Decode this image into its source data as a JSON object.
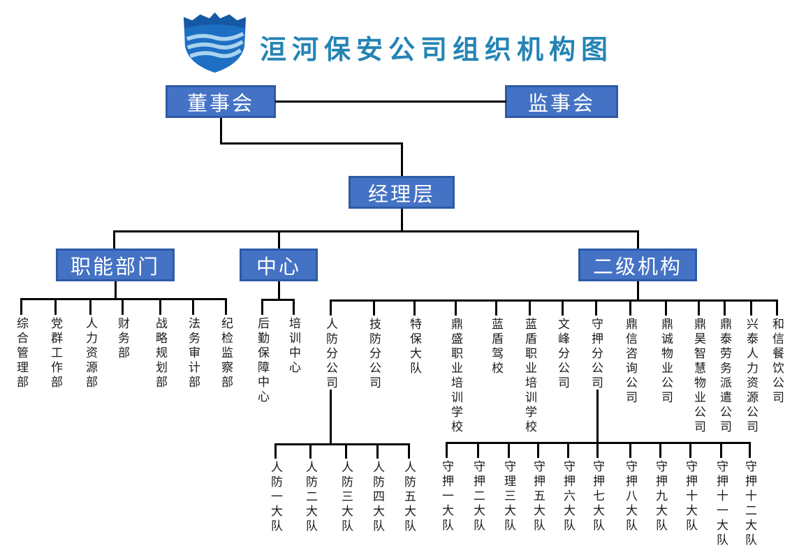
{
  "title": "洹河保安公司组织机构图",
  "logo": "shield-waves-logo",
  "nodes": {
    "board": "董事会",
    "supervisory": "监事会",
    "management": "经理层",
    "functional": "职能部门",
    "centers": "中心",
    "secondary": "二级机构"
  },
  "functional_departments": [
    "综合管理部",
    "党群工作部",
    "人力资源部",
    "财务部",
    "战略规划部",
    "法务审计部",
    "纪检监察部"
  ],
  "center_units": [
    "后勤保障中心",
    "培训中心"
  ],
  "secondary_units": [
    "人防分公司",
    "技防分公司",
    "特保大队",
    "鼎盛职业培训学校",
    "蓝盾驾校",
    "蓝盾职业培训学校",
    "文峰分公司",
    "守押分公司",
    "鼎信咨询公司",
    "鼎诚物业公司",
    "鼎昊智慧物业公司",
    "鼎泰劳务派遣公司",
    "兴泰人力资源公司",
    "和信餐饮公司"
  ],
  "renfang_teams": [
    "人防一大队",
    "人防二大队",
    "人防三大队",
    "人防四大队",
    "人防五大队"
  ],
  "shouya_teams": [
    "守押一大队",
    "守押二大队",
    "守理三大队",
    "守押五大队",
    "守押六大队",
    "守押七大队",
    "守押八大队",
    "守押九大队",
    "守押十大队",
    "守押十一大队",
    "守押十二大队"
  ],
  "colors": {
    "box_fill": "#4472C4",
    "box_border": "#2E5AA6",
    "line": "#000000",
    "title": "#2484B4",
    "leaf_text": "#1a1a1a",
    "logo_blue": "#1D6FC4",
    "logo_dark": "#1558A3",
    "logo_light": "#A9D3EE"
  }
}
